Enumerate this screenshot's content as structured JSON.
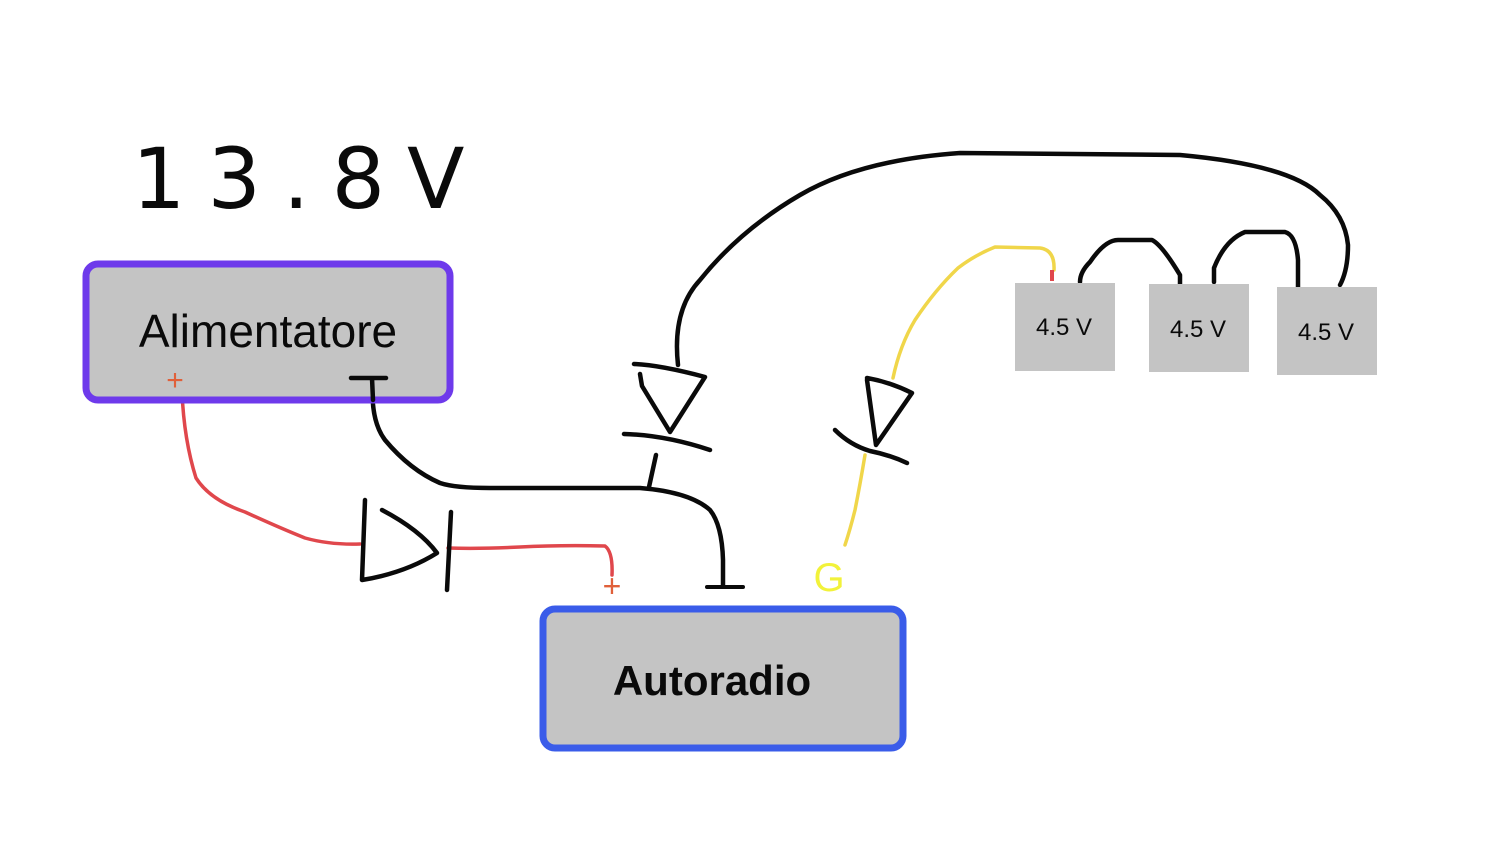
{
  "diagram": {
    "title": "13.8V",
    "power_supply": {
      "label": "Alimentatore",
      "plus_terminal": "+",
      "border_color": "#6e3aeb",
      "fill_color": "#c4c4c4"
    },
    "car_radio": {
      "label": "Autoradio",
      "plus_terminal": "+",
      "ground_terminal_symbol": "⊥",
      "g_terminal": "G",
      "border_color": "#3a5ce9",
      "fill_color": "#c4c4c4"
    },
    "batteries": [
      {
        "label": "4.5 V"
      },
      {
        "label": "4.5 V"
      },
      {
        "label": "4.5 V"
      }
    ],
    "colors": {
      "positive_wire": "#e0474c",
      "negative_wire": "#0a0a0a",
      "signal_wire": "#f0d64a",
      "plus_mark": "#e0603a",
      "g_mark": "#f2f23a",
      "battery_fill": "#c4c4c4"
    }
  }
}
